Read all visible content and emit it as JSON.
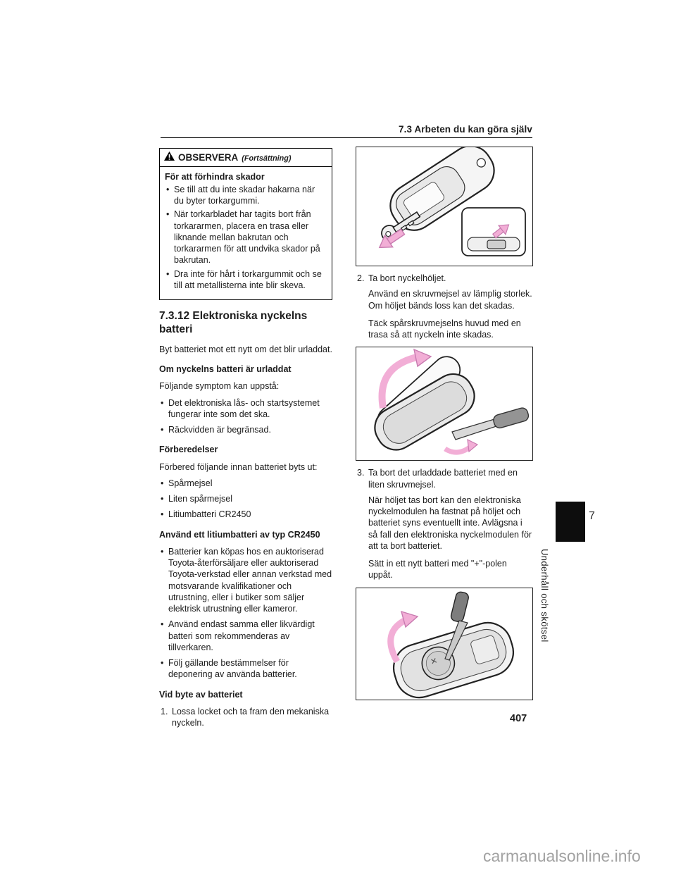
{
  "page": {
    "header": "7.3 Arbeten du kan göra själv",
    "page_number": "407",
    "chapter_tab": "7",
    "chapter_label": "Underhåll och skötsel",
    "watermark": "carmanualsonline.info"
  },
  "notice": {
    "title": "OBSERVERA",
    "continuation": "(Fortsättning)",
    "heading": "För att förhindra skador",
    "bullets": [
      "Se till att du inte skadar hakarna när du byter torkargummi.",
      "När torkarbladet har tagits bort från torkararmen, placera en trasa eller liknande mellan bakrutan och torkararmen för att undvika skador på bakrutan.",
      "Dra inte för hårt i torkargummit och se till att metallisterna inte blir skeva."
    ]
  },
  "article": {
    "heading": "7.3.12 Elektroniska nyckelns batteri",
    "intro": "Byt batteriet mot ett nytt om det blir urladdat.",
    "battery_flat": {
      "heading": "Om nyckelns batteri är urladdat",
      "lead": "Följande symptom kan uppstå:",
      "bullets": [
        "Det elektroniska lås- och startsystemet fungerar inte som det ska.",
        "Räckvidden är begränsad."
      ]
    },
    "preparations": {
      "heading": "Förberedelser",
      "lead": "Förbered följande innan batteriet byts ut:",
      "bullets": [
        "Spårmejsel",
        "Liten spårmejsel",
        "Litiumbatteri CR2450"
      ]
    },
    "battery_type": {
      "heading": "Använd ett litiumbatteri av typ CR2450",
      "bullets": [
        "Batterier kan köpas hos en auktoriserad Toyota-återförsäljare eller auktoriserad Toyota-verkstad eller annan verkstad med motsvarande kvalifikationer och utrustning, eller i butiker som säljer elektrisk utrustning eller kameror.",
        "Använd endast samma eller likvärdigt batteri som rekommenderas av tillverkaren.",
        "Följ gällande bestämmelser för deponering av använda batterier."
      ]
    },
    "replace": {
      "heading": "Vid byte av batteriet"
    }
  },
  "steps": {
    "step1": {
      "num": "1.",
      "text": "Lossa locket och ta fram den mekaniska nyckeln."
    },
    "step2": {
      "num": "2.",
      "text": "Ta bort nyckelhöljet.",
      "para1": "Använd en skruvmejsel av lämplig storlek. Om höljet bänds loss kan det skadas.",
      "para2": "Täck spårskruvmejselns huvud med en trasa så att nyckeln inte skadas."
    },
    "step3": {
      "num": "3.",
      "text": "Ta bort det urladdade batteriet med en liten skruvmejsel.",
      "para1": "När höljet tas bort kan den elektroniska nyckelmodulen ha fastnat på höljet och batteriet syns eventuellt inte. Avlägsna i så fall den elektroniska nyckelmodulen för att ta bort batteriet.",
      "para2": "Sätt in ett nytt batteri med \"+\"-polen uppåt."
    }
  }
}
